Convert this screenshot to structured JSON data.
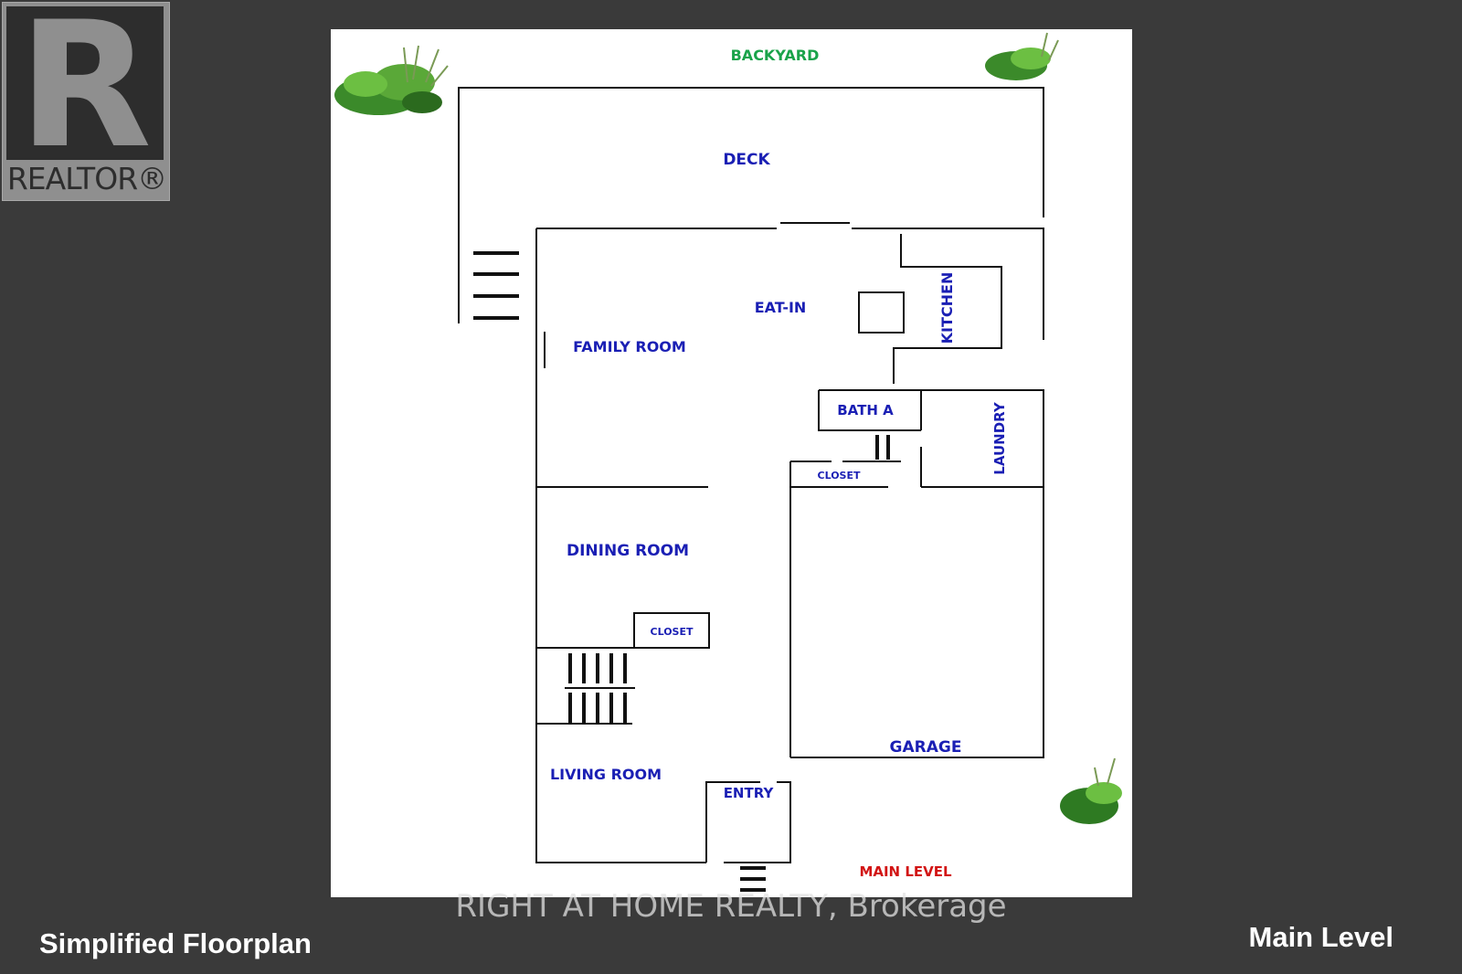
{
  "logo": {
    "letter": "R",
    "word": "REALTOR®"
  },
  "plan": {
    "backyard": "BACKYARD",
    "deck": "DECK",
    "eat_in": "EAT-IN",
    "kitchen": "KITCHEN",
    "family_room": "FAMILY ROOM",
    "bath": "BATH A",
    "laundry": "LAUNDRY",
    "closet_upper": "CLOSET",
    "dining_room": "DINING ROOM",
    "closet_lower": "CLOSET",
    "garage": "GARAGE",
    "living_room": "LIVING ROOM",
    "entry": "ENTRY",
    "main_level": "MAIN LEVEL"
  },
  "colors": {
    "room_label": "#1a1fb4",
    "backyard": "#1aa34a",
    "main_level": "#d21414"
  },
  "watermark": "RIGHT AT HOME REALTY, Brokerage",
  "caption_left": "Simplified Floorplan",
  "caption_right": "Main Level"
}
